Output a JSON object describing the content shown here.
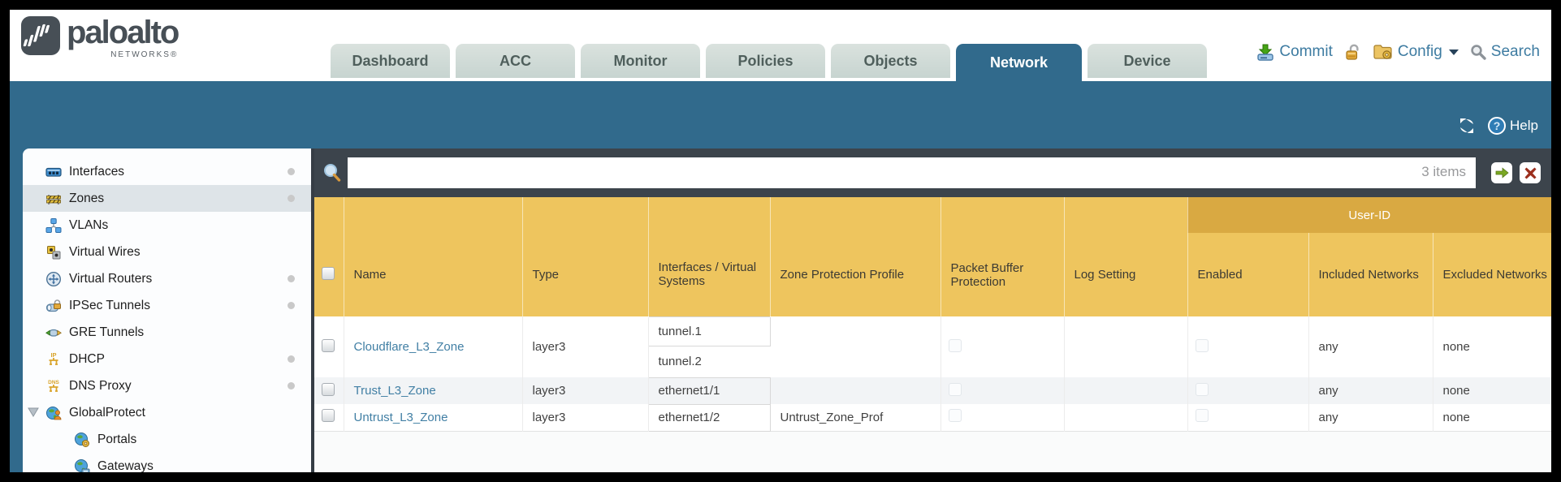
{
  "brand": {
    "logo_word": "paloalto",
    "logo_sub": "NETWORKS®"
  },
  "nav": {
    "tabs": [
      {
        "label": "Dashboard"
      },
      {
        "label": "ACC"
      },
      {
        "label": "Monitor"
      },
      {
        "label": "Policies"
      },
      {
        "label": "Objects"
      },
      {
        "label": "Network"
      },
      {
        "label": "Device"
      }
    ],
    "active_tab": "Network"
  },
  "toolbar": {
    "commit_label": "Commit",
    "config_label": "Config",
    "search_label": "Search"
  },
  "band": {
    "help_label": "Help"
  },
  "icons": [
    "paloalto-logo-mark",
    "commit-icon",
    "lock-icon",
    "config-icon",
    "search-icon",
    "refresh-icon",
    "help-icon",
    "magnifier-icon",
    "apply-filter-icon",
    "clear-filter-icon"
  ],
  "sidebar": {
    "items": [
      {
        "label": "Interfaces",
        "icon": "interfaces-icon",
        "dot": true,
        "selected": false
      },
      {
        "label": "Zones",
        "icon": "zones-icon",
        "dot": true,
        "selected": true
      },
      {
        "label": "VLANs",
        "icon": "vlans-icon",
        "dot": false,
        "selected": false
      },
      {
        "label": "Virtual Wires",
        "icon": "virtual-wires-icon",
        "dot": false,
        "selected": false
      },
      {
        "label": "Virtual Routers",
        "icon": "virtual-routers-icon",
        "dot": true,
        "selected": false
      },
      {
        "label": "IPSec Tunnels",
        "icon": "ipsec-tunnels-icon",
        "dot": true,
        "selected": false
      },
      {
        "label": "GRE Tunnels",
        "icon": "gre-tunnels-icon",
        "dot": false,
        "selected": false
      },
      {
        "label": "DHCP",
        "icon": "dhcp-icon",
        "dot": true,
        "selected": false
      },
      {
        "label": "DNS Proxy",
        "icon": "dns-proxy-icon",
        "dot": true,
        "selected": false
      },
      {
        "label": "GlobalProtect",
        "icon": "globalprotect-icon",
        "dot": false,
        "selected": false,
        "expanded": true
      },
      {
        "label": "Portals",
        "icon": "portals-icon",
        "dot": false,
        "selected": false,
        "indent": 1
      },
      {
        "label": "Gateways",
        "icon": "gateways-icon",
        "dot": false,
        "selected": false,
        "indent": 1
      }
    ]
  },
  "filter_bar": {
    "value": "",
    "count_label": "3 items"
  },
  "table": {
    "group_header": "User-ID",
    "columns": [
      "Name",
      "Type",
      "Interfaces / Virtual Systems",
      "Zone Protection Profile",
      "Packet Buffer Protection",
      "Log Setting",
      "Enabled",
      "Included Networks",
      "Excluded Networks"
    ],
    "rows": [
      {
        "name": "Cloudflare_L3_Zone",
        "type": "layer3",
        "interfaces": [
          "tunnel.1",
          "tunnel.2"
        ],
        "zone_protection_profile": "",
        "packet_buffer_protection": false,
        "log_setting": "",
        "user_id_enabled": false,
        "included_networks": "any",
        "excluded_networks": "none"
      },
      {
        "name": "Trust_L3_Zone",
        "type": "layer3",
        "interfaces": [
          "ethernet1/1"
        ],
        "zone_protection_profile": "",
        "packet_buffer_protection": false,
        "log_setting": "",
        "user_id_enabled": false,
        "included_networks": "any",
        "excluded_networks": "none"
      },
      {
        "name": "Untrust_L3_Zone",
        "type": "layer3",
        "interfaces": [
          "ethernet1/2"
        ],
        "zone_protection_profile": "Untrust_Zone_Prof",
        "packet_buffer_protection": false,
        "log_setting": "",
        "user_id_enabled": false,
        "included_networks": "any",
        "excluded_networks": "none"
      }
    ]
  },
  "colors": {
    "teal": "#316a8c",
    "dark_strip": "#3c444c",
    "gold": "#eec55e",
    "gold_dark": "#d9a942",
    "link_blue": "#417fa4",
    "toolbar_link": "#3d7ba1",
    "tab_text": "#4f5f5c",
    "selected_item_bg": "#dee4e8",
    "row_stripe": "#f2f4f6",
    "frame_border": "#000000"
  }
}
